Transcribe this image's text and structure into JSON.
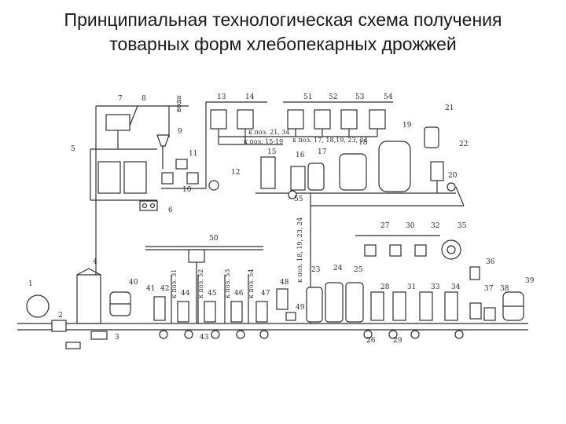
{
  "title": {
    "line1": "Принципиальная технологическая схема получения",
    "line2": "товарных форм хлебопекарных дрожжей"
  },
  "diagram": {
    "stroke_color": "#2f2f2f",
    "flow_labels": {
      "water": "вода",
      "to_pos_21_34": "к поз. 21, 34",
      "to_pos_15_19": "к поз. 15-19",
      "to_pos_17_18_19_23_24": "к поз. 17, 18,19, 23, 24",
      "to_pos_18_19_23_24": "к поз. 18, 19, 23, 24",
      "to_pos_31": "к поз. 31",
      "to_pos_52": "к поз. 52",
      "to_pos_53": "к поз. 53",
      "to_pos_54": "к поз. 54"
    },
    "numbers": {
      "n1": "1",
      "n2": "2",
      "n3": "3",
      "n4": "4",
      "n5": "5",
      "n6": "6",
      "n7": "7",
      "n8": "8",
      "n9": "9",
      "n10": "10",
      "n11": "11",
      "n12": "12",
      "n13": "13",
      "n14": "14",
      "n15": "15",
      "n16": "16",
      "n17": "17",
      "n18": "18",
      "n19": "19",
      "n20": "20",
      "n21": "21",
      "n22": "22",
      "n23": "23",
      "n24": "24",
      "n25": "25",
      "n26": "26",
      "n27": "27",
      "n28": "28",
      "n29": "29",
      "n30": "30",
      "n31": "31",
      "n32": "32",
      "n33": "33",
      "n34": "34",
      "n35": "35",
      "n36": "36",
      "n37": "37",
      "n38": "38",
      "n39": "39",
      "n40": "40",
      "n41": "41",
      "n42": "42",
      "n43": "43",
      "n44": "44",
      "n45": "45",
      "n46": "46",
      "n47": "47",
      "n48": "48",
      "n49": "49",
      "n50": "50",
      "n51": "51",
      "n52": "52",
      "n53": "53",
      "n54": "54",
      "n55": "55"
    }
  }
}
